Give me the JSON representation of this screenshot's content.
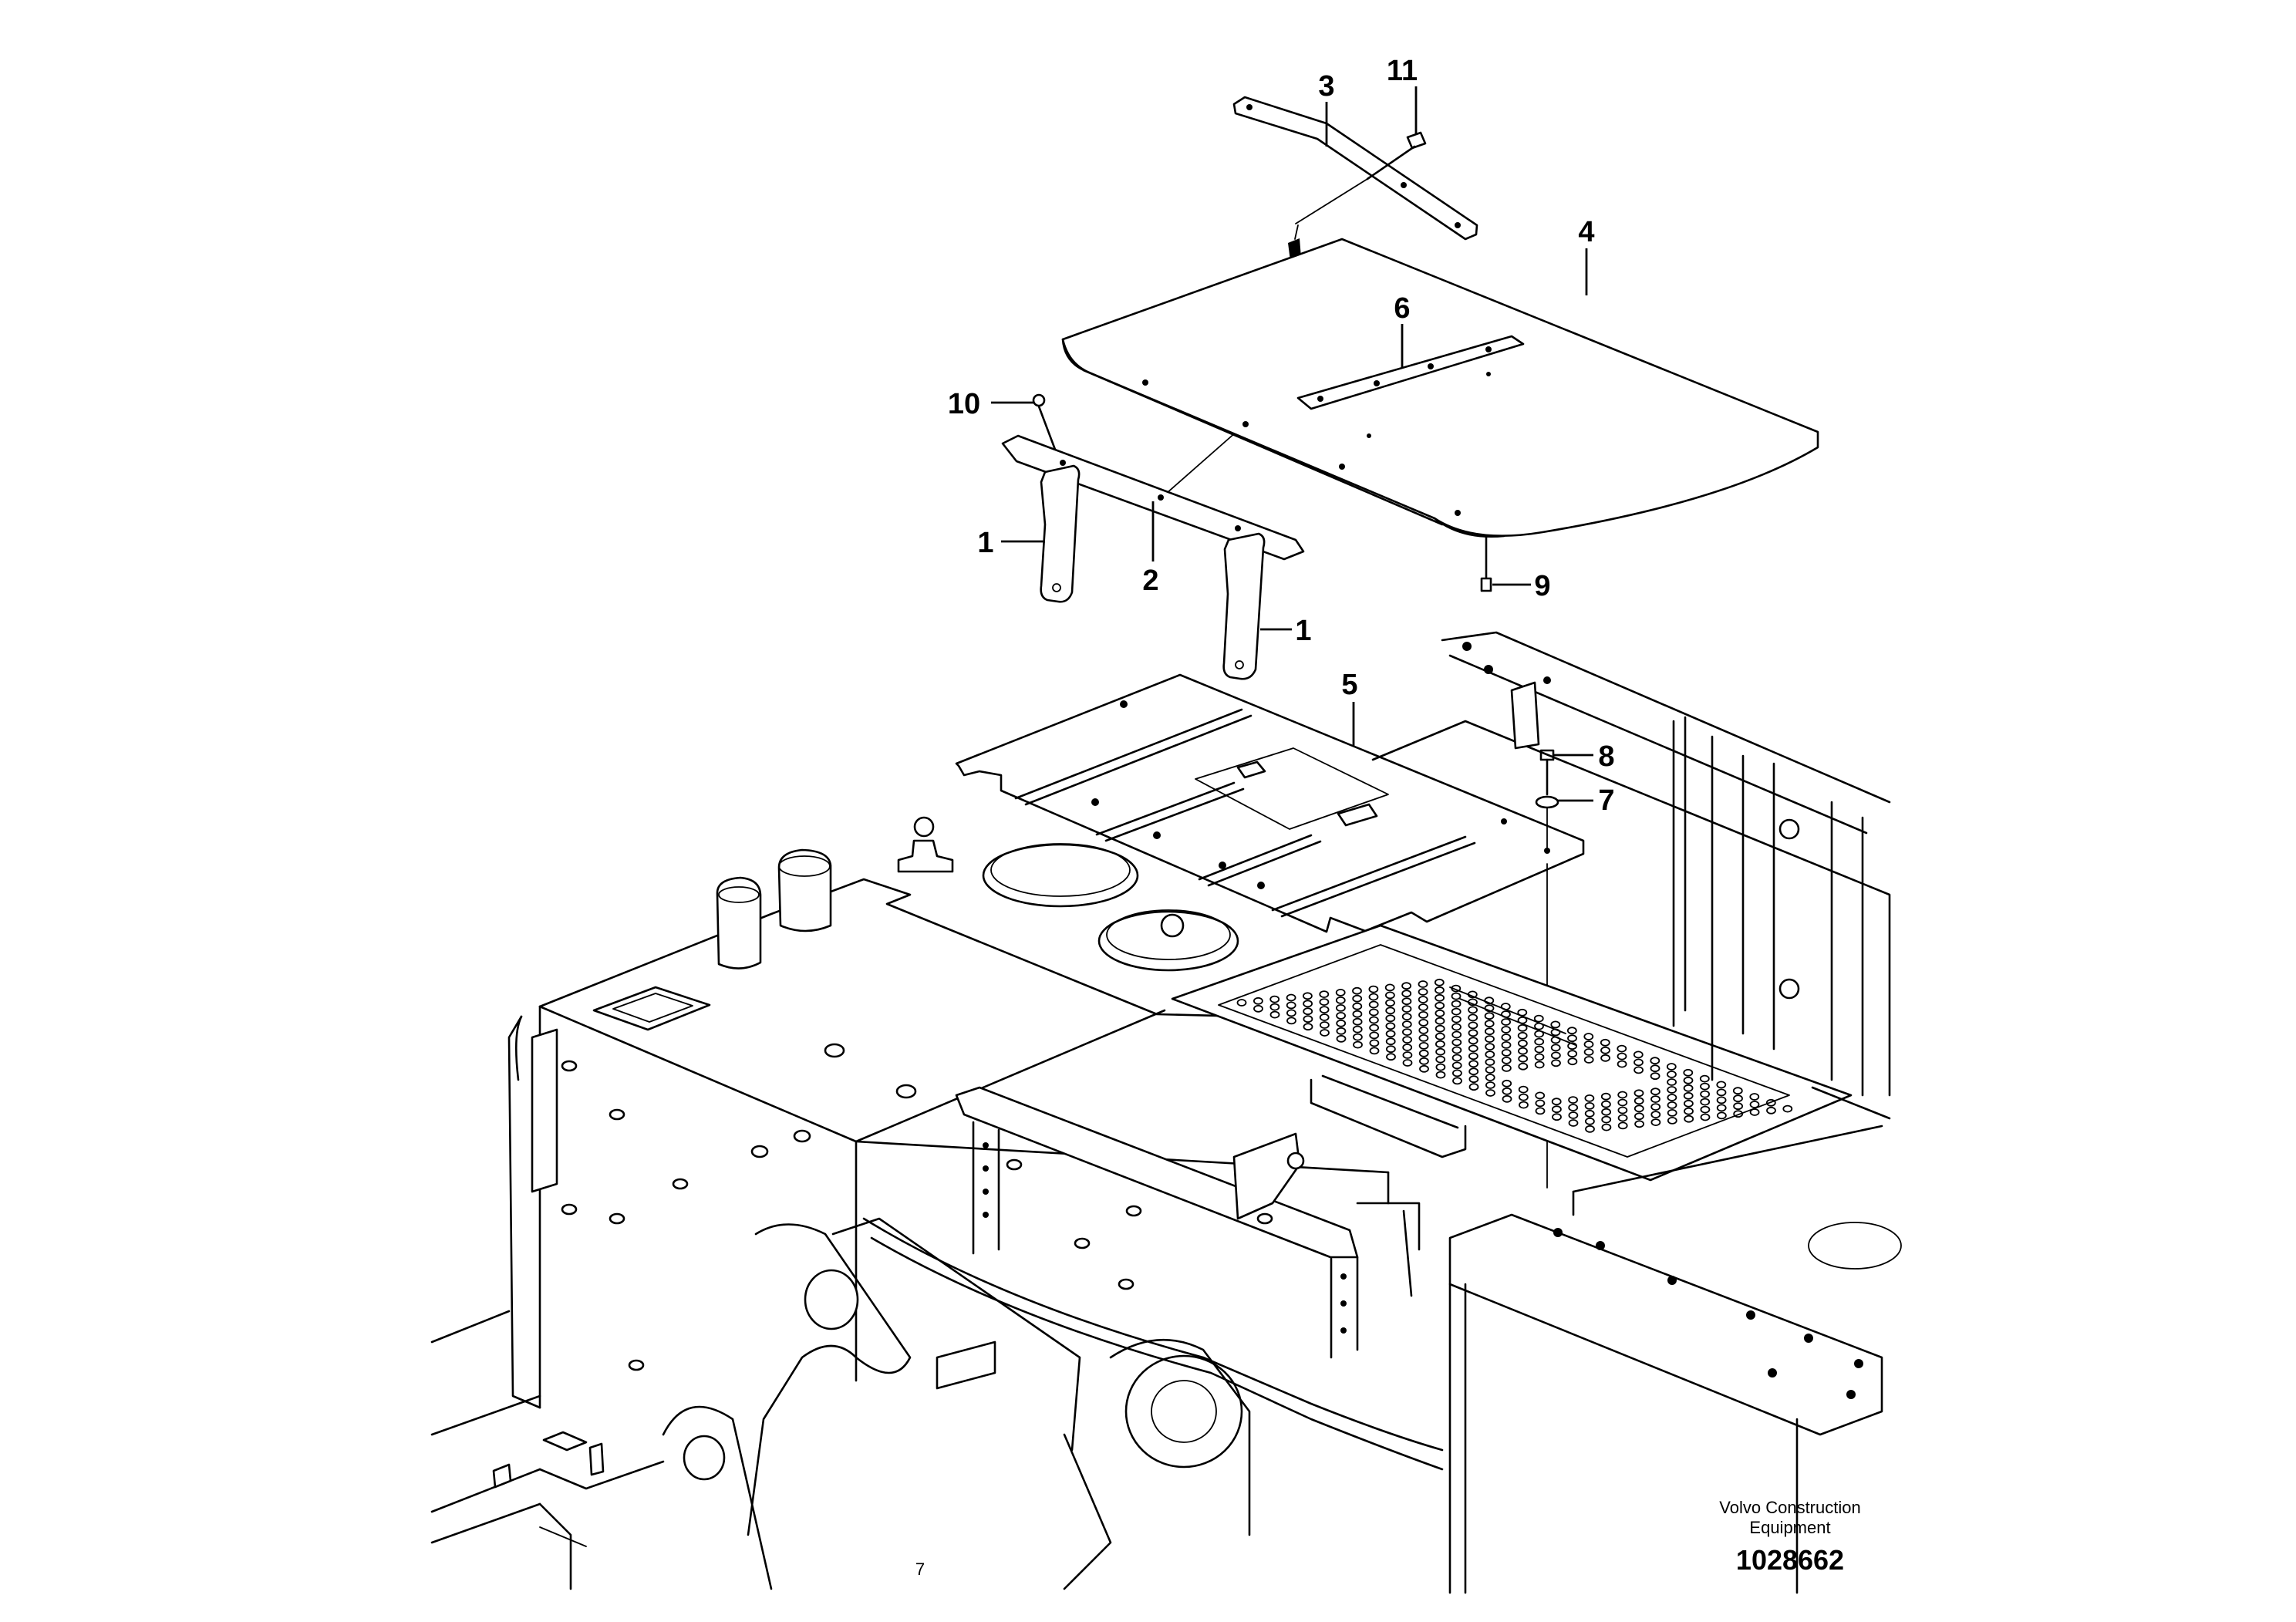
{
  "diagram": {
    "callouts": [
      {
        "id": "c11",
        "label": "11"
      },
      {
        "id": "c3",
        "label": "3"
      },
      {
        "id": "c4",
        "label": "4"
      },
      {
        "id": "c6",
        "label": "6"
      },
      {
        "id": "c10",
        "label": "10"
      },
      {
        "id": "c1a",
        "label": "1"
      },
      {
        "id": "c2",
        "label": "2"
      },
      {
        "id": "c9",
        "label": "9"
      },
      {
        "id": "c1b",
        "label": "1"
      },
      {
        "id": "c5",
        "label": "5"
      },
      {
        "id": "c8",
        "label": "8"
      },
      {
        "id": "c7",
        "label": "7"
      }
    ],
    "credit_line1": "Volvo Construction",
    "credit_line2": "Equipment",
    "drawing_number": "1028662",
    "stray_mark": "7"
  }
}
